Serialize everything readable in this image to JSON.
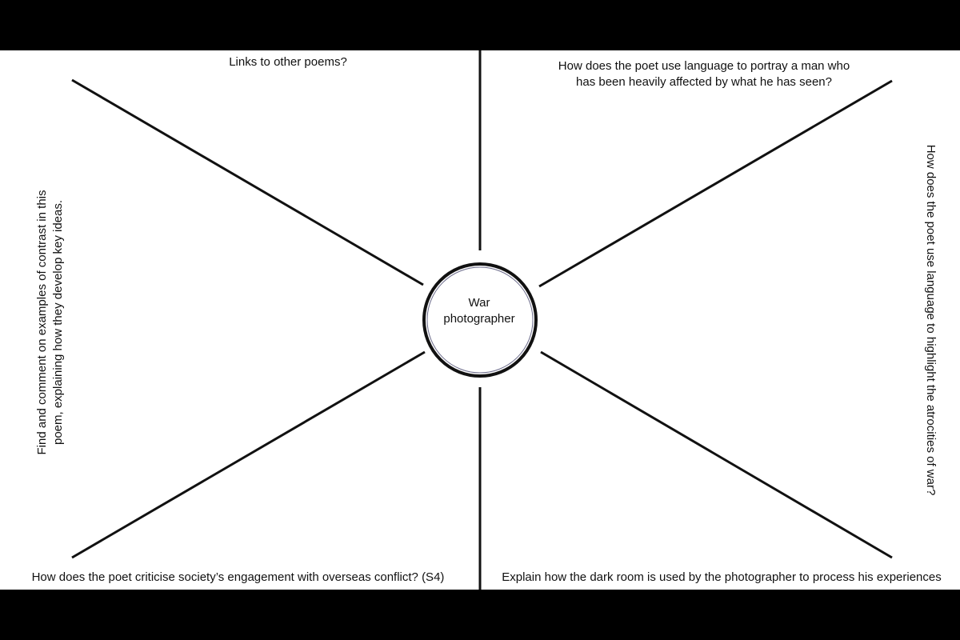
{
  "center": {
    "line1": "War",
    "line2": "photographer"
  },
  "prompts": {
    "top_left": "Links to other poems?",
    "top_right_line1": "How does the poet use language to  portray a man who",
    "top_right_line2": "has been heavily affected by what he has seen?",
    "left_line1": "Find and comment on examples of contrast in this",
    "left_line2": "poem, explaining how they develop key ideas.",
    "right": "How does the poet use language to highlight the atrocities of war?",
    "bottom_left": "How does the poet criticise society’s engagement with overseas conflict? (S4)",
    "bottom_right": "Explain how the dark room is used by the photographer to process his experiences"
  },
  "colors": {
    "frame": "#000000",
    "sheet": "#ffffff",
    "lines": "#111111"
  }
}
